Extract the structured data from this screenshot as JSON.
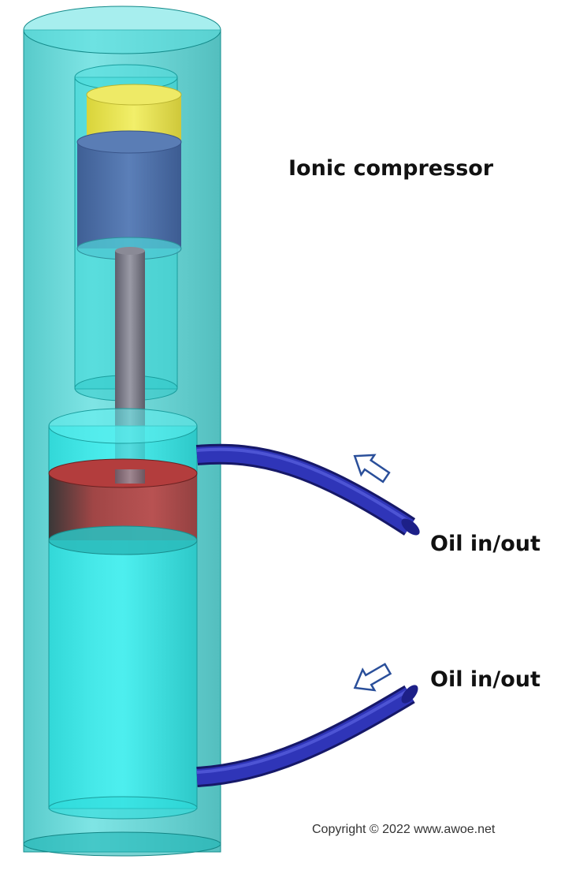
{
  "title": "Ionic compressor",
  "labels": {
    "oil_upper": "Oil in/out",
    "oil_lower": "Oil in/out"
  },
  "copyright": "Copyright © 2022 www.awoe.net",
  "colors": {
    "outer_cylinder": "#22cccc",
    "inner_cylinder": "#33e6e6",
    "yellow_ring": "#e8e84a",
    "upper_piston": "#4a6fa8",
    "rod": "#7a7a8a",
    "red_piston": "#b33a3a",
    "pipe": "#2b2fa0",
    "arrow": "#2a4f9a"
  }
}
